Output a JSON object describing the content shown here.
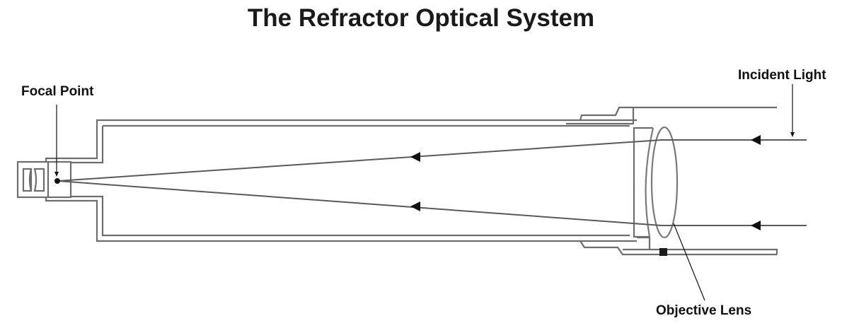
{
  "title": "The Refractor Optical System",
  "labels": {
    "focal_point": "Focal Point",
    "incident_light": "Incident Light",
    "objective_lens": "Objective Lens"
  },
  "diagram": {
    "subject": "refractor telescope cross-section",
    "components": [
      "eyepiece",
      "focal point",
      "tube",
      "dew shield",
      "objective lens"
    ],
    "light_rays": 2,
    "ray_direction": "right-to-left"
  }
}
